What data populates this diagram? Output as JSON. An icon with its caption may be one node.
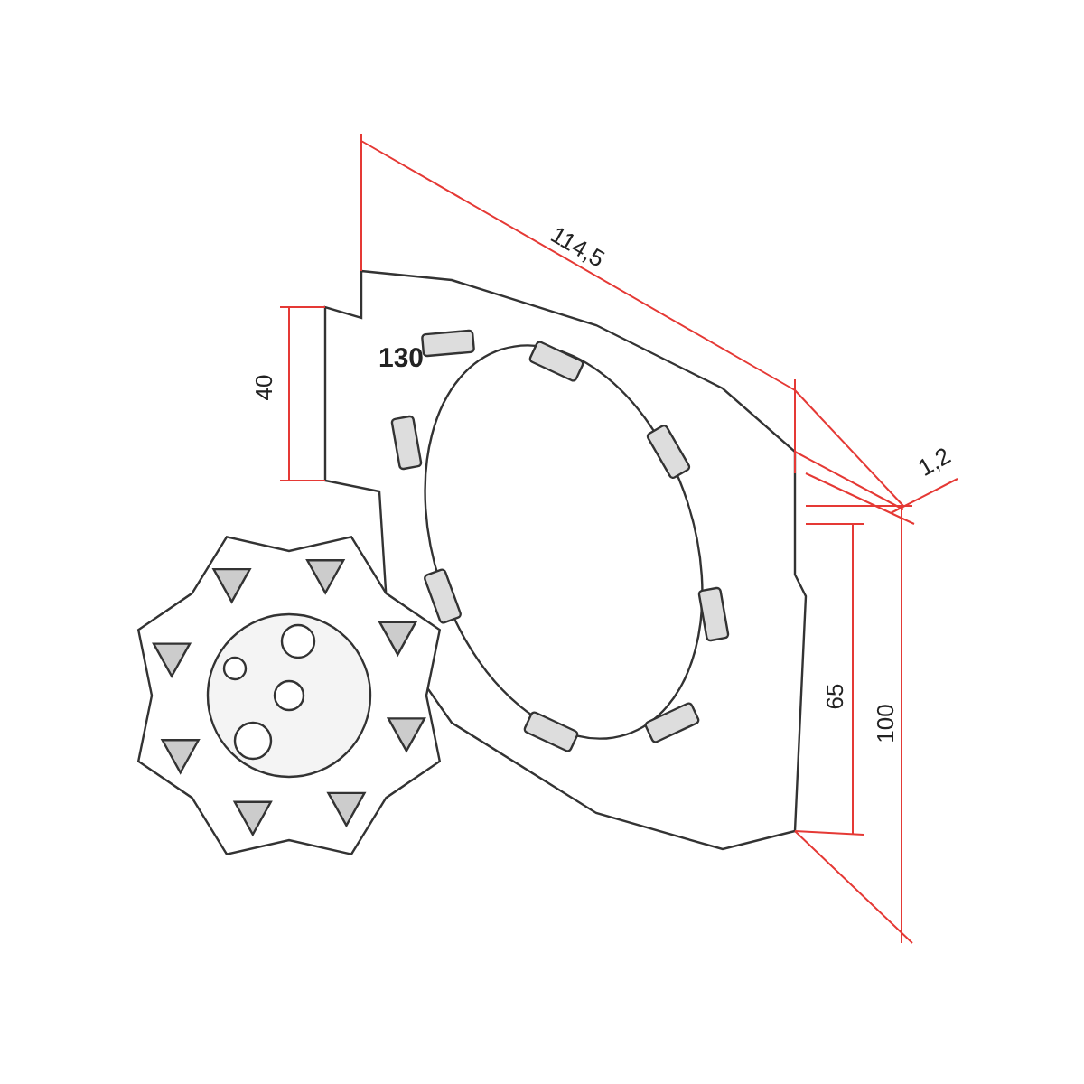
{
  "diagram": {
    "labels": [
      "114,5",
      "130",
      "40",
      "1,2",
      "65",
      "100"
    ]
  }
}
